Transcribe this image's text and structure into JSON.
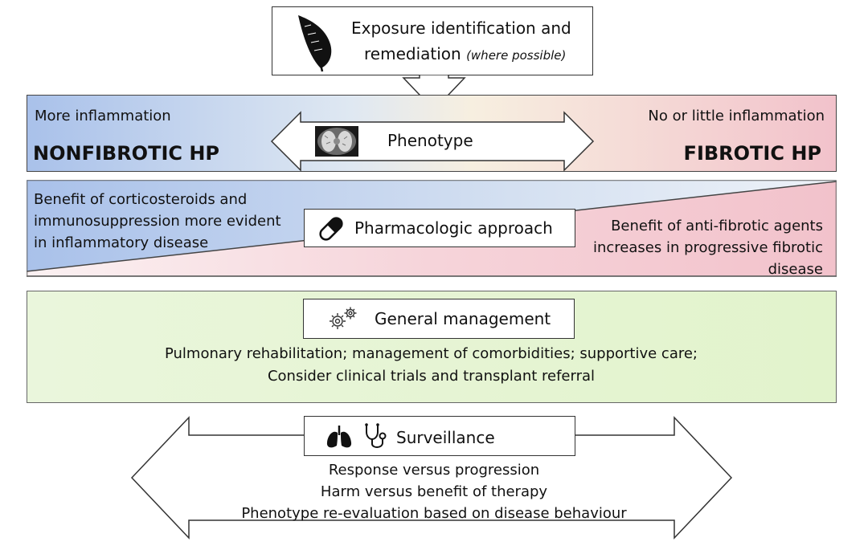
{
  "exposure": {
    "line1": "Exposure identification and",
    "line2": "remediation",
    "note": "(where possible)",
    "icon": "feather-icon"
  },
  "phenotype": {
    "left_note": "More inflammation",
    "left_title": "NONFIBROTIC HP",
    "right_note": "No or little inflammation",
    "right_title": "FIBROTIC HP",
    "label": "Phenotype",
    "icon": "lung-ct-scan-icon"
  },
  "pharmacologic": {
    "label": "Pharmacologic approach",
    "icon": "capsule-icon",
    "left_lines": [
      "Benefit of corticosteroids and",
      "immunosuppression more evident",
      "in inflammatory disease"
    ],
    "right_lines": [
      "Benefit of anti-fibrotic agents",
      "increases in progressive fibrotic",
      "disease"
    ]
  },
  "general": {
    "label": "General management",
    "icon": "gears-icon",
    "lines": [
      "Pulmonary rehabilitation; management of comorbidities; supportive care;",
      "Consider clinical trials and transplant referral"
    ]
  },
  "surveillance": {
    "label": "Surveillance",
    "icons": [
      "lungs-icon",
      "stethoscope-icon"
    ],
    "lines": [
      "Response versus progression",
      "Harm versus benefit of therapy",
      "Phenotype re-evaluation based on disease behaviour"
    ]
  },
  "colors": {
    "blue": "#a9c1ea",
    "pink": "#f2c2cb",
    "green": "#e4f4cd"
  }
}
